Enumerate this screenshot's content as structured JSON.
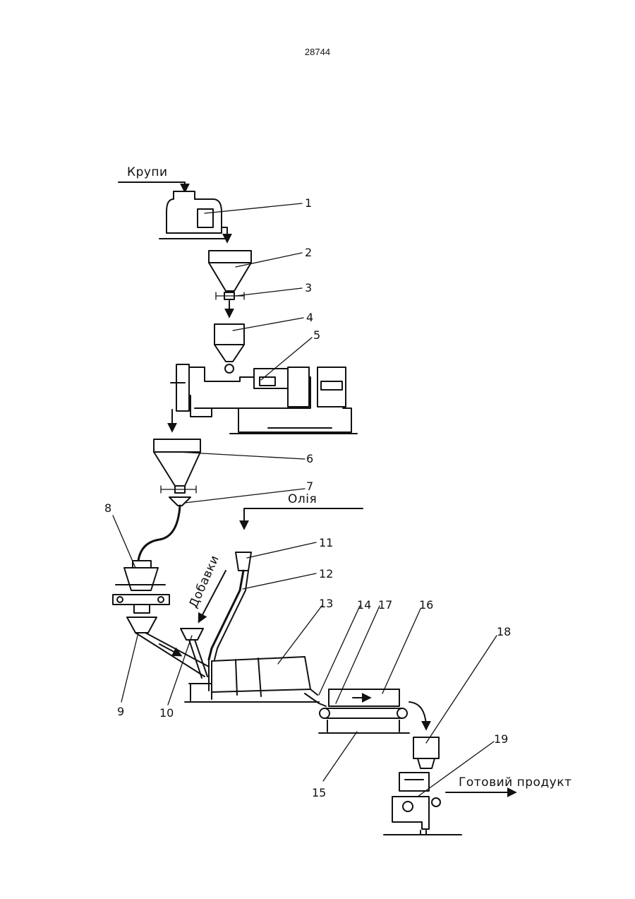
{
  "page_number": "28744",
  "labels": {
    "input_grits": "Крупи",
    "input_oil": "Олія",
    "input_additives": "Добавки",
    "output_product": "Готовий продукт"
  },
  "callouts": [
    "1",
    "2",
    "3",
    "4",
    "5",
    "6",
    "7",
    "8",
    "9",
    "10",
    "11",
    "12",
    "13",
    "14",
    "15",
    "16",
    "17",
    "18",
    "19"
  ]
}
